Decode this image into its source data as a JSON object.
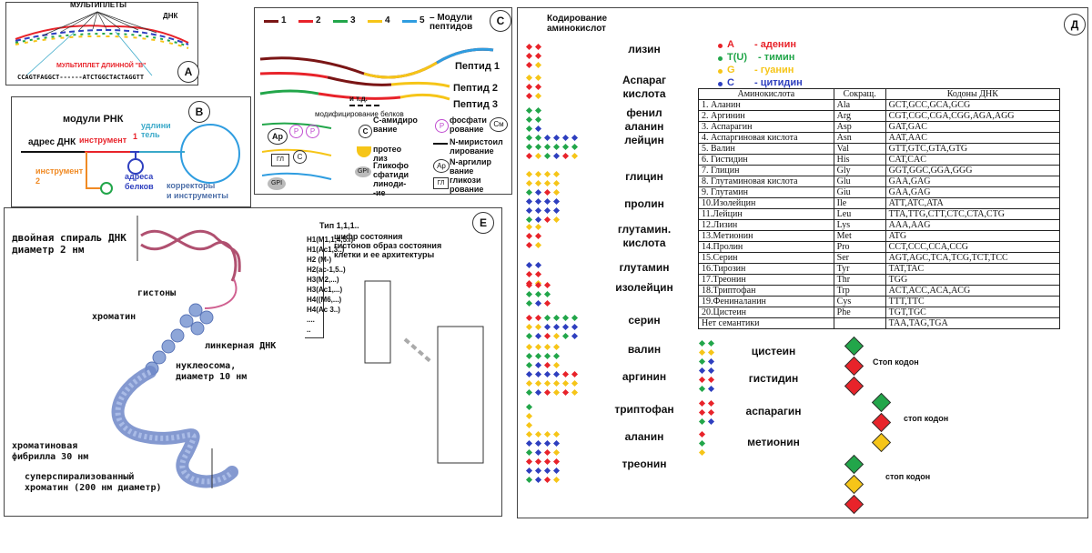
{
  "colors": {
    "A": "#e8232a",
    "T": "#22a64a",
    "G": "#f6c518",
    "C": "#2e3fbf",
    "dark_red": "#7a1515",
    "blue": "#2f9de0",
    "orange": "#f08a24",
    "teal": "#3aa9c9",
    "purple": "#c04bd0"
  },
  "panelA": {
    "letter": "А",
    "multiplets": "МУЛЬТИПЛЕТЫ",
    "dna": "ДНК",
    "multiplet_long": "МУЛЬТИПЛЕТ ДЛИННОЙ \"В\"",
    "sequence": "CCAGTFAGGCT------ATCTGGCTACTAGGTT"
  },
  "panelB": {
    "letter": "В",
    "title": "модули РНК",
    "dna_address": "адрес ДНК",
    "tool1": "инструмент",
    "tool1_num": "1",
    "extender": "удлини\nтель",
    "tool2": "инструмент\n2",
    "protein_address": "адреса\nбелков",
    "correctors": "корректоры\nи инструменты"
  },
  "panelC": {
    "letter": "С",
    "legend": [
      {
        "num": "1",
        "color": "#7a1515"
      },
      {
        "num": "2",
        "color": "#e8232a"
      },
      {
        "num": "3",
        "color": "#22a64a"
      },
      {
        "num": "4",
        "color": "#f6c518"
      },
      {
        "num": "5",
        "color": "#2f9de0"
      }
    ],
    "modules": "– Модули\nпептидов",
    "peptide1": "Пептид 1",
    "peptide2": "Пептид 2",
    "peptide3": "Пептид 3",
    "etc": "и т.д.",
    "modification": "модифицирование белков",
    "c_amid": "С-амидиро\nвание",
    "proteolysis": "протео\nлиз",
    "glycophos": "Гликофо\nсфатиди\nлиноди-\n-ие",
    "phospho": "фосфати\nрование",
    "myristoyl": "N-миристоил\nлирование",
    "arginyl": "N-аргилир\nвание",
    "glycos": "гликози\nрование",
    "sym_ar": "Ар",
    "sym_p": "Р",
    "sym_c": "С",
    "sym_gl": "ГЛ",
    "sym_gpi": "GPI",
    "sym_cm": "См"
  },
  "panelE": {
    "letter": "Е",
    "dna_helix": "двойная спираль ДНК\nдиаметр 2 нм",
    "histones": "гистоны",
    "chromatin": "хроматин",
    "linker": "линкерная ДНК",
    "nucleosome": "нуклеосома,\nдиаметр 10 нм",
    "fibril": "хроматиновая\nфибрилла 30 нм",
    "supercoiled": "суперспирализованный\nхроматин (200 нм диаметр)",
    "type": "Тип 1,1,1..",
    "cipher": "шифр состояния\nгистонов образ состояния\nклетки и ее архитектуры",
    "histone_list": [
      "H1(M1,1,4,5..)",
      "H1(Ac1,3..)",
      "H2 (M-)",
      "H2(ac-1,5..)",
      "H3(M2,...)",
      "H3(Ac1,...)",
      "H4((M6,...)",
      "H4(Ac 3..)",
      "....",
      ".."
    ]
  },
  "panelD": {
    "letter": "Д",
    "title": "Кодирование\nаминокислот",
    "legend": [
      {
        "sym": "А",
        "name": "- аденин",
        "color": "#e8232a"
      },
      {
        "sym": "T(U)",
        "name": "- тимин",
        "color": "#22a64a"
      },
      {
        "sym": "G",
        "name": "- гуанин",
        "color": "#f6c518"
      },
      {
        "sym": "С",
        "name": "- цитидин",
        "color": "#2e3fbf"
      }
    ],
    "table_headers": [
      "Аминокислота",
      "Сокращ.",
      "Кодоны ДНК"
    ],
    "table_rows": [
      [
        "1.  Аланин",
        "Ala",
        "GCT,GCC,GCA,GCG"
      ],
      [
        "2.  Аргинин",
        "Arg",
        "CGT,CGC,CGA,CGG,AGA,AGG"
      ],
      [
        "3.  Аспарагин",
        "Asp",
        "GAT,GAC"
      ],
      [
        "4.  Аспаргиновая кислота",
        "Asn",
        "AAT,AAC"
      ],
      [
        "5.  Валин",
        "Val",
        "GTT,GTC,GTA,GTG"
      ],
      [
        "6.  Гистидин",
        "His",
        "CAT,CAC"
      ],
      [
        "7.  Глицин",
        "Gly",
        "GGT,GGC,GGA,GGG"
      ],
      [
        "8.  Глутаминовая кислота",
        "Glu",
        "GAA,GAG"
      ],
      [
        "9.  Глутамин",
        "Giu",
        "GAA,GAG"
      ],
      [
        "10.Изолейцин",
        "Ile",
        "ATT,ATC,ATA"
      ],
      [
        "11.Лейцин",
        "Leu",
        "TTA,TTG,CTT,CTC,CTA,CTG"
      ],
      [
        "12.Лизин",
        "Lys",
        "AAA,AAG"
      ],
      [
        "13.Метионин",
        "Met",
        "ATG"
      ],
      [
        "14.Пролин",
        "Pro",
        "CCT,CCC,CCA,CCG"
      ],
      [
        "15.Серин",
        "Ser",
        "AGT,AGC,TCA,TCG,TCT,TCC"
      ],
      [
        "16.Тирозин",
        "Tyr",
        "TAT,TAC"
      ],
      [
        "17.Треонин",
        "Thr",
        "TGG"
      ],
      [
        "18.Триптофан",
        "Trp",
        "ACT,ACC,ACA,ACG"
      ],
      [
        "19.Фениналанин",
        "Cys",
        "TTT,TTC"
      ],
      [
        "20.Цистеин",
        "Phe",
        "TGT,TGC"
      ],
      [
        "     Нет семантики",
        "",
        "TAA,TAG,TGA"
      ]
    ],
    "aa_left": [
      {
        "name": "лизин",
        "codons": [
          "AAA",
          "AAG"
        ]
      },
      {
        "name": "Аспараг\nкислота",
        "codons": [
          "GAA",
          "GAG"
        ]
      },
      {
        "name": "фенил\nаланин",
        "codons": [
          "TTT",
          "TTC"
        ]
      },
      {
        "name": "лейцин",
        "codons": [
          "TTA",
          "TTG",
          "CTT",
          "CTC",
          "CTA",
          "CTG"
        ]
      },
      {
        "name": "глицин",
        "codons": [
          "GGT",
          "GGC",
          "GGA",
          "GGG"
        ]
      },
      {
        "name": "пролин",
        "codons": [
          "CCT",
          "CCC",
          "CCA",
          "CCG"
        ]
      },
      {
        "name": "глутамин.\nкислота",
        "codons": [
          "GAA",
          "GAG"
        ]
      },
      {
        "name": "глутамин",
        "codons": [
          "CAA",
          "CAG"
        ]
      },
      {
        "name": "изолейцин",
        "codons": [
          "ATT",
          "ATC",
          "ATA"
        ]
      },
      {
        "name": "серин",
        "codons": [
          "AGT",
          "AGC",
          "TCA",
          "TCG",
          "TCT",
          "TCC"
        ]
      },
      {
        "name": "валин",
        "codons": [
          "GTT",
          "GTC",
          "GTA",
          "GTG"
        ]
      },
      {
        "name": "аргинин",
        "codons": [
          "CGT",
          "CGC",
          "CGA",
          "CGG",
          "AGA",
          "AGG"
        ]
      },
      {
        "name": "триптофан",
        "codons": [
          "TGG"
        ]
      },
      {
        "name": "аланин",
        "codons": [
          "GCT",
          "GCC",
          "GCA",
          "GCG"
        ]
      },
      {
        "name": "треонин",
        "codons": [
          "ACT",
          "ACC",
          "ACA",
          "ACG"
        ]
      }
    ],
    "aa_right": [
      {
        "name": "цистеин",
        "codons": [
          "TGT",
          "TGC"
        ]
      },
      {
        "name": "гистидин",
        "codons": [
          "CAT",
          "CAC"
        ]
      },
      {
        "name": "аспарагин",
        "codons": [
          "AAT",
          "AAC"
        ]
      },
      {
        "name": "метионин",
        "codons": [
          "ATG"
        ]
      }
    ],
    "stop_label": "Стоп кодон",
    "stop_label2": "стоп кодон",
    "stop_label3": "стоп кодон",
    "stops": [
      [
        "T",
        "A",
        "A"
      ],
      [
        "T",
        "A",
        "G"
      ],
      [
        "T",
        "G",
        "A"
      ]
    ]
  }
}
